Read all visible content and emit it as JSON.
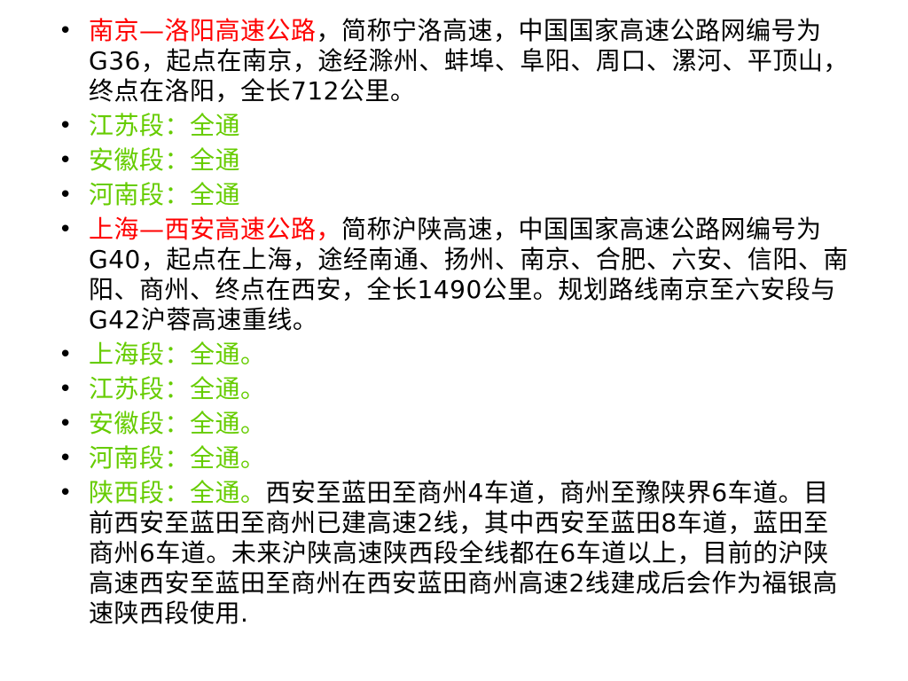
{
  "colors": {
    "highlight_red": "#ff0000",
    "status_green": "#66cc00",
    "body_black": "#000000"
  },
  "bullet_char": "•",
  "items": [
    {
      "lead": "南京—洛阳高速公路",
      "text": "，简称宁洛高速，中国国家高速公路网编号为G36，起点在南京，途经滁州、蚌埠、阜阳、周口、漯河、平顶山，终点在洛阳，全长712公里。"
    },
    {
      "status": "江苏段：全通"
    },
    {
      "status": "安徽段：全通"
    },
    {
      "status": "河南段：全通"
    },
    {
      "lead": "上海—西安高速公路，",
      "text": "简称沪陕高速，中国国家高速公路网编号为G40，起点在上海，途经南通、扬州、南京、合肥、六安、信阳、南阳、商州、终点在西安，全长1490公里。规划路线南京至六安段与G42沪蓉高速重线。"
    },
    {
      "status": "上海段：全通。"
    },
    {
      "status": "江苏段：全通。"
    },
    {
      "status": "安徽段：全通。"
    },
    {
      "status": "河南段：全通。"
    },
    {
      "status": "陕西段：全通。",
      "text": "西安至蓝田至商州4车道，商州至豫陕界6车道。目前西安至蓝田至商州已建高速2线，其中西安至蓝田8车道，蓝田至商州6车道。未来沪陕高速陕西段全线都在6车道以上，目前的沪陕高速西安至蓝田至商州在西安蓝田商州高速2线建成后会作为福银高速陕西段使用."
    }
  ]
}
